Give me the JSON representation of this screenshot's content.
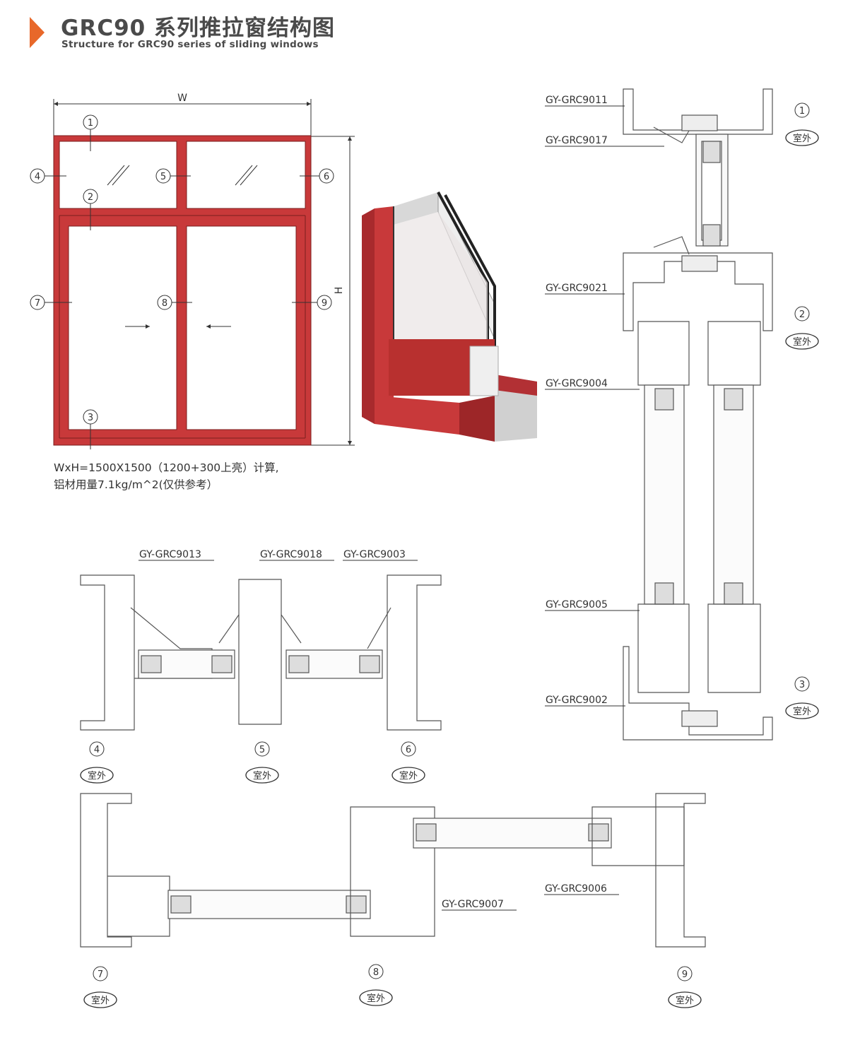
{
  "header": {
    "title": "GRC90 系列推拉窗结构图",
    "subtitle": "Structure for GRC90 series of sliding windows",
    "accent_color": "#e8682a"
  },
  "elevation": {
    "width_label": "W",
    "height_label": "H",
    "frame_color": "#c8393a",
    "markers": [
      "1",
      "2",
      "3",
      "4",
      "5",
      "6",
      "7",
      "8",
      "9"
    ]
  },
  "spec_note": {
    "line1": "WxH=1500X1500（1200+300上亮）计算,",
    "line2": "铝材用量7.1kg/m^2(仅供参考）"
  },
  "outside_badge": "室外",
  "part_codes": {
    "grc9011": "GY-GRC9011",
    "grc9017": "GY-GRC9017",
    "grc9021": "GY-GRC9021",
    "grc9004": "GY-GRC9004",
    "grc9005": "GY-GRC9005",
    "grc9002": "GY-GRC9002",
    "grc9013": "GY-GRC9013",
    "grc9018": "GY-GRC9018",
    "grc9003": "GY-GRC9003",
    "grc9007": "GY-GRC9007",
    "grc9006": "GY-GRC9006"
  },
  "section_numbers": {
    "s1": "1",
    "s2": "2",
    "s3": "3",
    "s4": "4",
    "s5": "5",
    "s6": "6",
    "s7": "7",
    "s8": "8",
    "s9": "9"
  }
}
